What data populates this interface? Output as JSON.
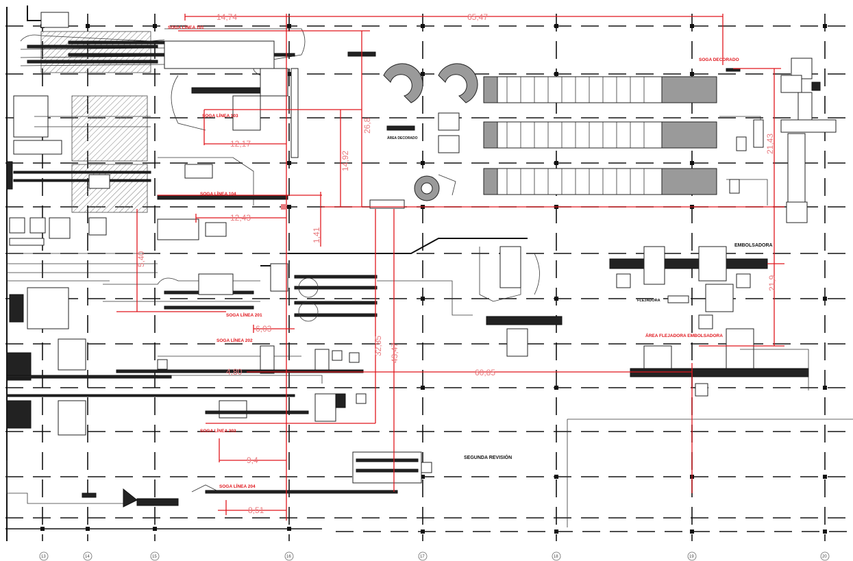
{
  "labels": {
    "soga_linea_101": "SOGA LÍNEA 101",
    "soga_linea_103": "SOGA LÍNEA 103",
    "soga_linea_104": "SOGA LÍNEA 104",
    "soga_decorado": "SOGA DECORADO",
    "area_decorado": "ÁREA DECORADO",
    "embolsadora": "EMBOLSADORA",
    "flejadora": "FLEJADORA",
    "area_flejadora_embolsadora": "ÁREA FLEJADORA EMBOLSADORA",
    "soga_linea_201": "SOGA LÍNEA 201",
    "soga_linea_202": "SOGA LÍNEA 202",
    "soga_linea_203": "SOGA LÍNEA 203",
    "soga_linea_204": "SOGA LÍNEA 204",
    "segunda_revision": "SEGUNDA REVISIÓN"
  },
  "dimensions": {
    "d_14_74": "14,74",
    "d_65_47": "65,47",
    "d_12_17": "12,17",
    "d_26_8": "26,8",
    "d_14_92": "14,92",
    "d_12_43": "12,43",
    "d_1_41": "1,41",
    "d_5_40": "5,40",
    "d_6_03": "6,03",
    "d_4_80": "4,80",
    "d_32_85": "32,85",
    "d_43_47": "43,47",
    "d_60_85": "60,85",
    "d_9_4": "9,4",
    "d_8_51": "8,51",
    "d_21_43": "21,43",
    "d_21_9": "21,9"
  },
  "axes": [
    "13",
    "14",
    "15",
    "16",
    "17",
    "18",
    "19",
    "20"
  ],
  "colors": {
    "dimension_red": "#e0161c",
    "dimension_text": "#e87a7e",
    "linework": "#111111"
  }
}
